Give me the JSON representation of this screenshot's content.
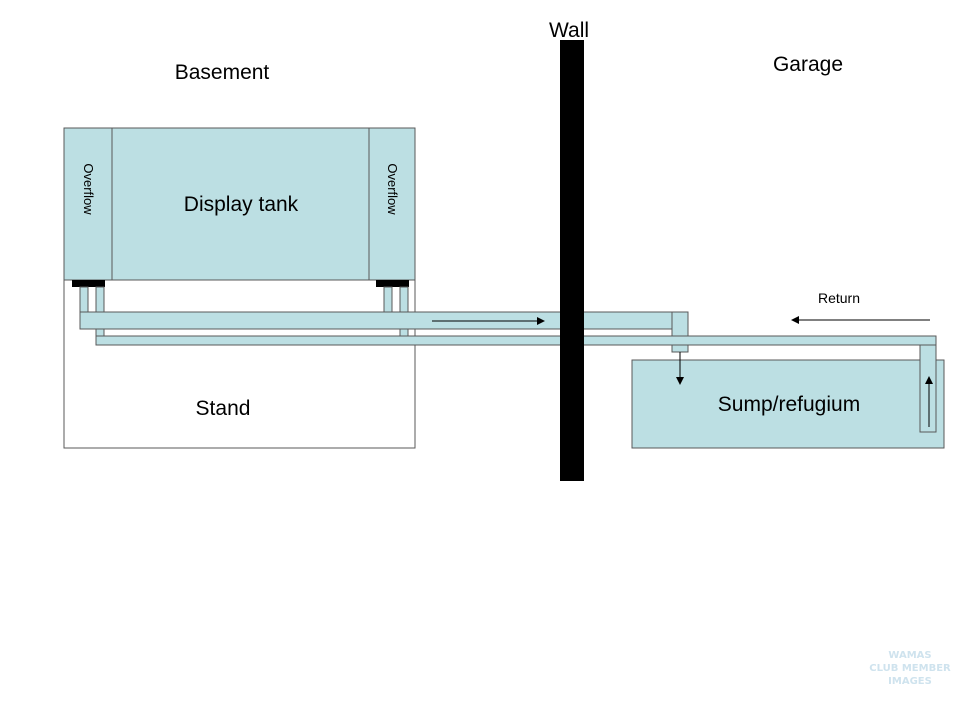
{
  "labels": {
    "basement": "Basement",
    "garage": "Garage",
    "wall": "Wall",
    "display_tank": "Display tank",
    "overflow_left": "Overflow",
    "overflow_right": "Overflow",
    "stand": "Stand",
    "sump": "Sump/refugium",
    "return": "Return"
  },
  "watermark": {
    "line1": "WAMAS",
    "line2": "CLUB MEMBER",
    "line3": "IMAGES"
  },
  "colors": {
    "water": "#bcdfe3",
    "outline": "#595959",
    "wall": "#000000",
    "watermark": "#cfe3ee"
  }
}
